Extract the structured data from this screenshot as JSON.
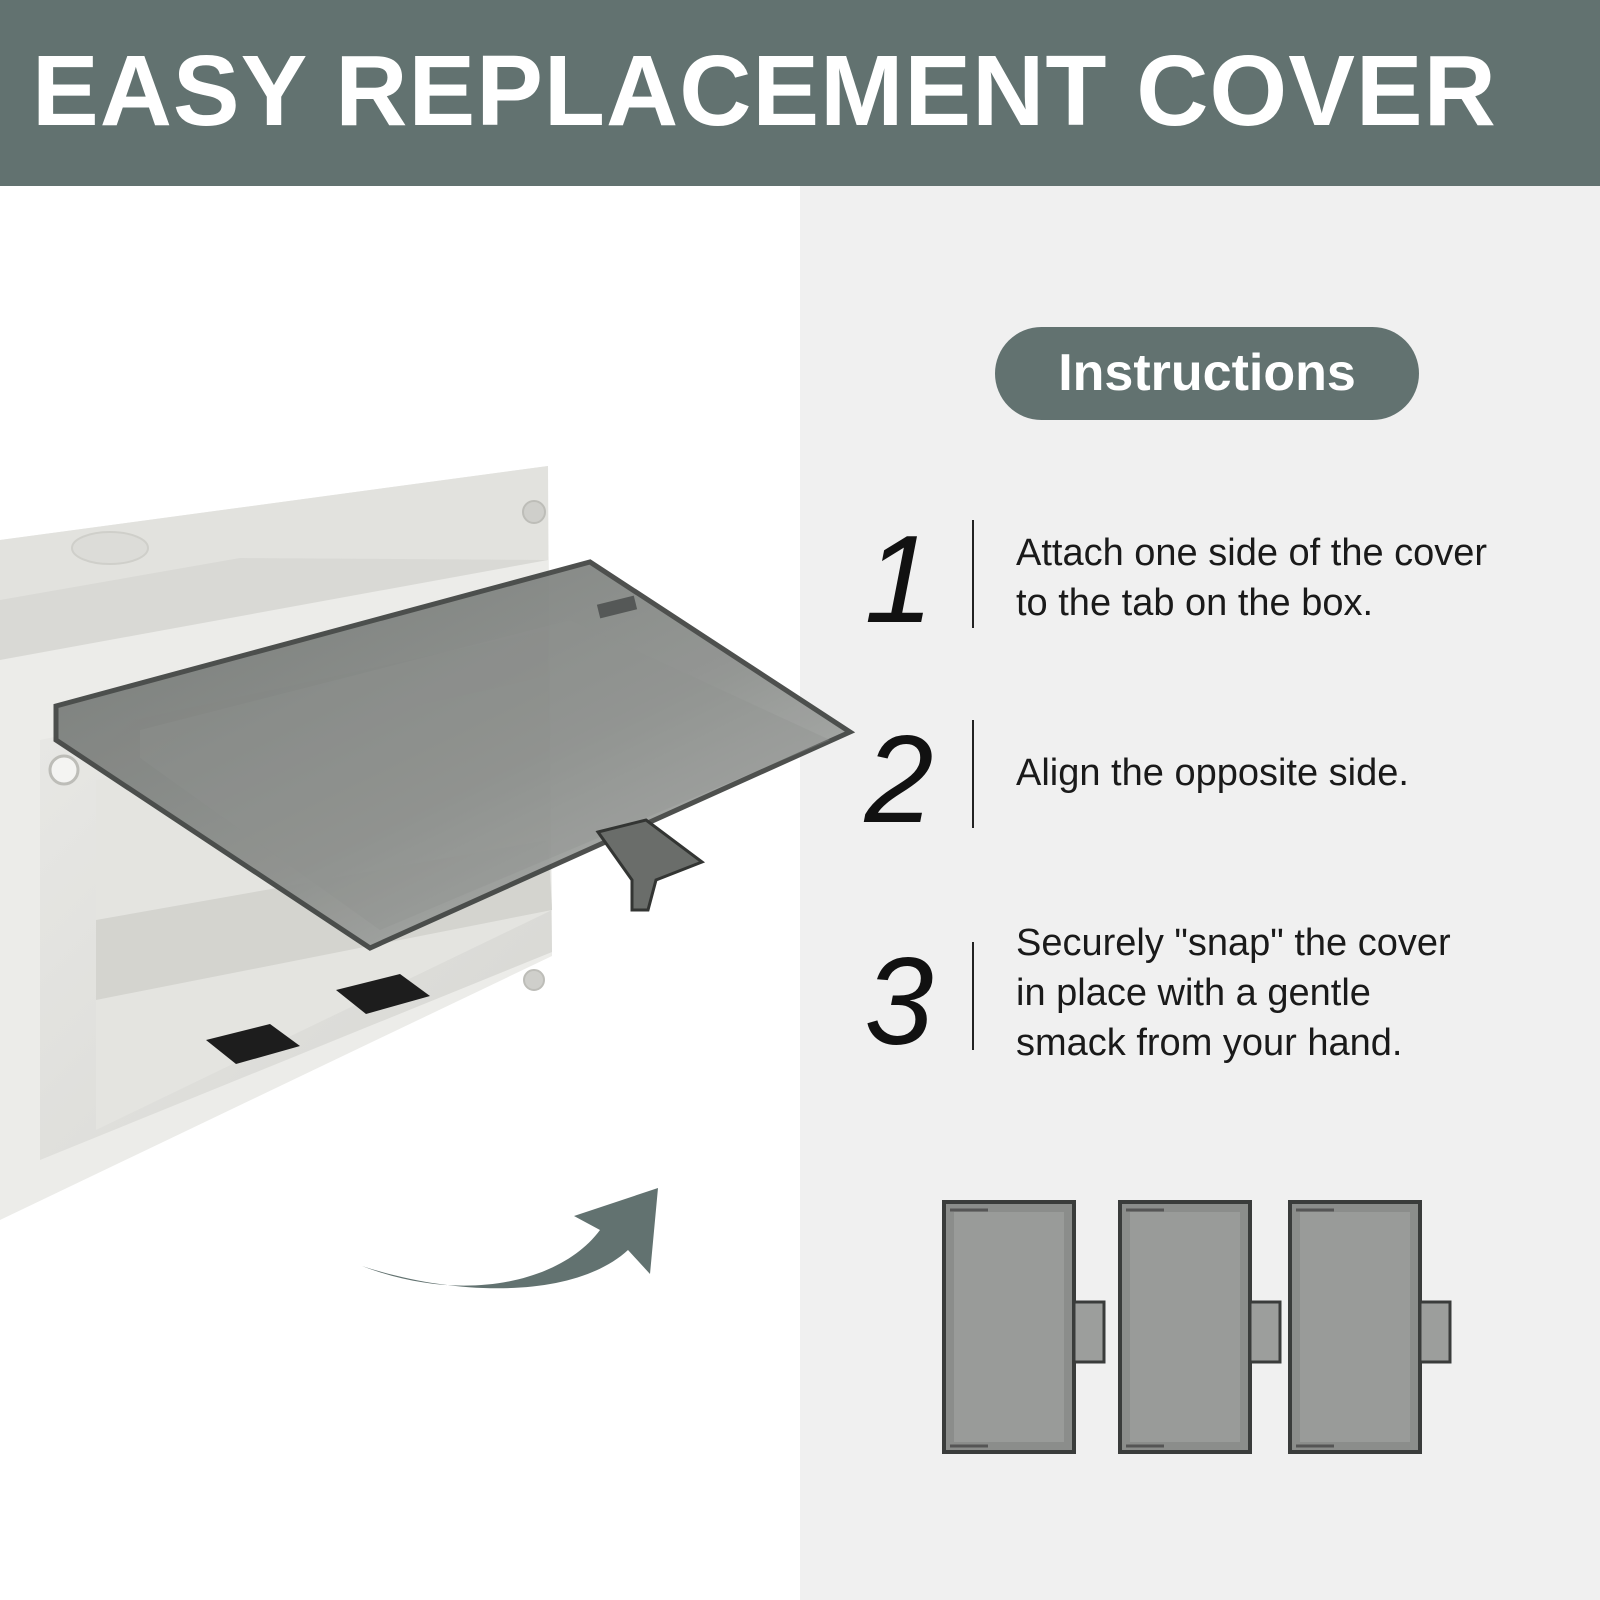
{
  "banner": {
    "title": "EASY REPLACEMENT COVER"
  },
  "instructions": {
    "heading": "Instructions",
    "steps": [
      {
        "number": "1",
        "text": "Attach one side of the cover\nto the tab on the box."
      },
      {
        "number": "2",
        "text": "Align the opposite side."
      },
      {
        "number": "3",
        "text": "Securely \"snap\" the cover\nin place with a gentle\nsmack from your hand."
      }
    ]
  },
  "colors": {
    "brand_gray": "#627270",
    "panel_gray": "#f0f0f0",
    "cover_smoke": "#7a7d7a"
  },
  "product_images": {
    "main_photo": "outlet-box-with-hinged-cover",
    "thumbnails": [
      "replacement-cover",
      "replacement-cover",
      "replacement-cover"
    ],
    "arrow": "curved-arrow-icon"
  }
}
